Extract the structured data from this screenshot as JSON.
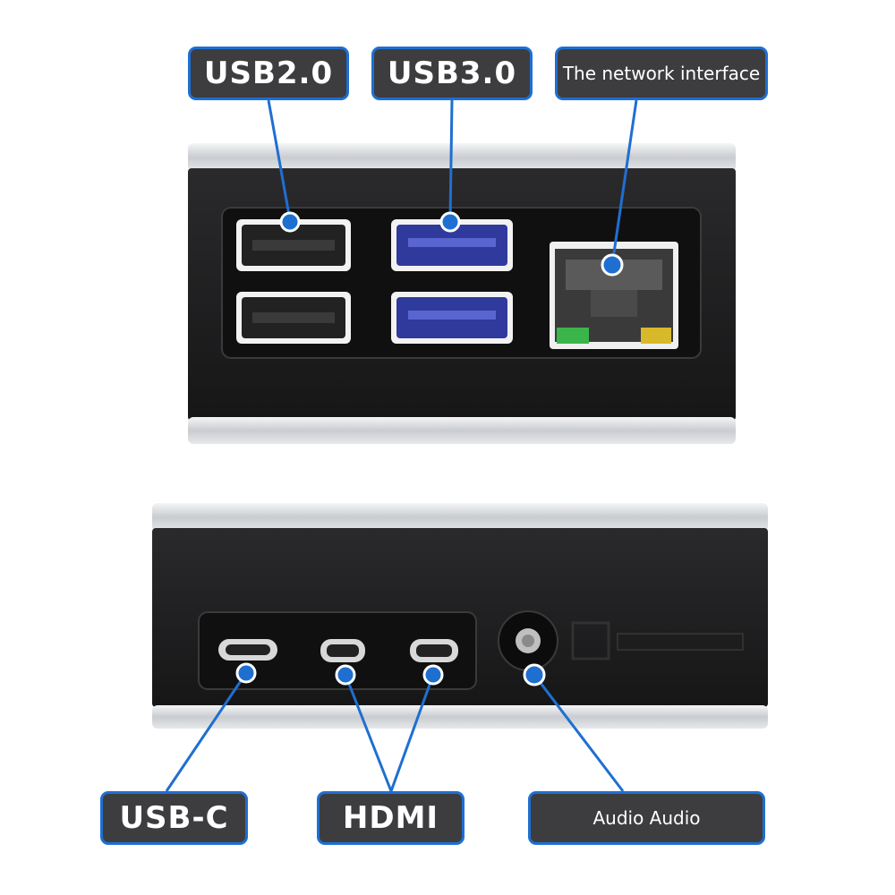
{
  "labels": {
    "usb2": "USB2.0",
    "usb3": "USB3.0",
    "network": "The network interface",
    "usbc": "USB-C",
    "hdmi": "HDMI",
    "audio": "Audio Audio"
  },
  "colors": {
    "accent": "#1f6fd1",
    "label_bg": "#3d3d3f",
    "case_black": "#1c1c1e",
    "case_silver": "#cfd2d6",
    "usb3_blue": "#2f3a9c"
  }
}
